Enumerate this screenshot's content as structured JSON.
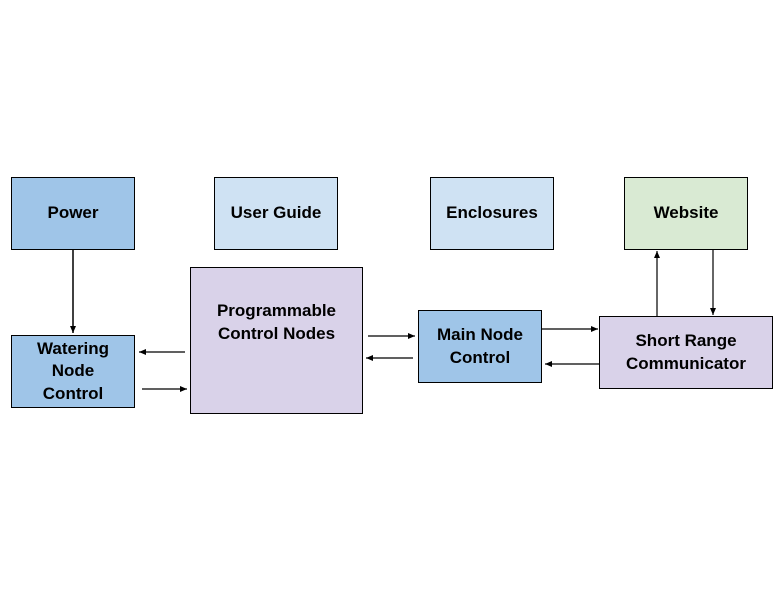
{
  "colors": {
    "blue": "#9fc5e8",
    "light_blue": "#cfe2f3",
    "purple": "#d9d2e9",
    "green": "#d9ead3",
    "line": "#000000"
  },
  "nodes": {
    "power": "Power",
    "user_guide": "User Guide",
    "enclosures": "Enclosures",
    "website": "Website",
    "watering_node_control": "Watering\nNode\nControl",
    "programmable_control_nodes": "Programmable\nControl Nodes",
    "main_node_control": "Main Node\nControl",
    "short_range_communicator": "Short Range\nCommunicator"
  },
  "connections": [
    {
      "from": "Power",
      "to": "Watering Node Control"
    },
    {
      "from": "Programmable Control Nodes",
      "to": "Watering Node Control"
    },
    {
      "from": "Watering Node Control",
      "to": "Programmable Control Nodes"
    },
    {
      "from": "Programmable Control Nodes",
      "to": "Main Node Control"
    },
    {
      "from": "Main Node Control",
      "to": "Programmable Control Nodes"
    },
    {
      "from": "Main Node Control",
      "to": "Short Range Communicator"
    },
    {
      "from": "Short Range Communicator",
      "to": "Main Node Control"
    },
    {
      "from": "Short Range Communicator",
      "to": "Website"
    },
    {
      "from": "Website",
      "to": "Short Range Communicator"
    }
  ]
}
